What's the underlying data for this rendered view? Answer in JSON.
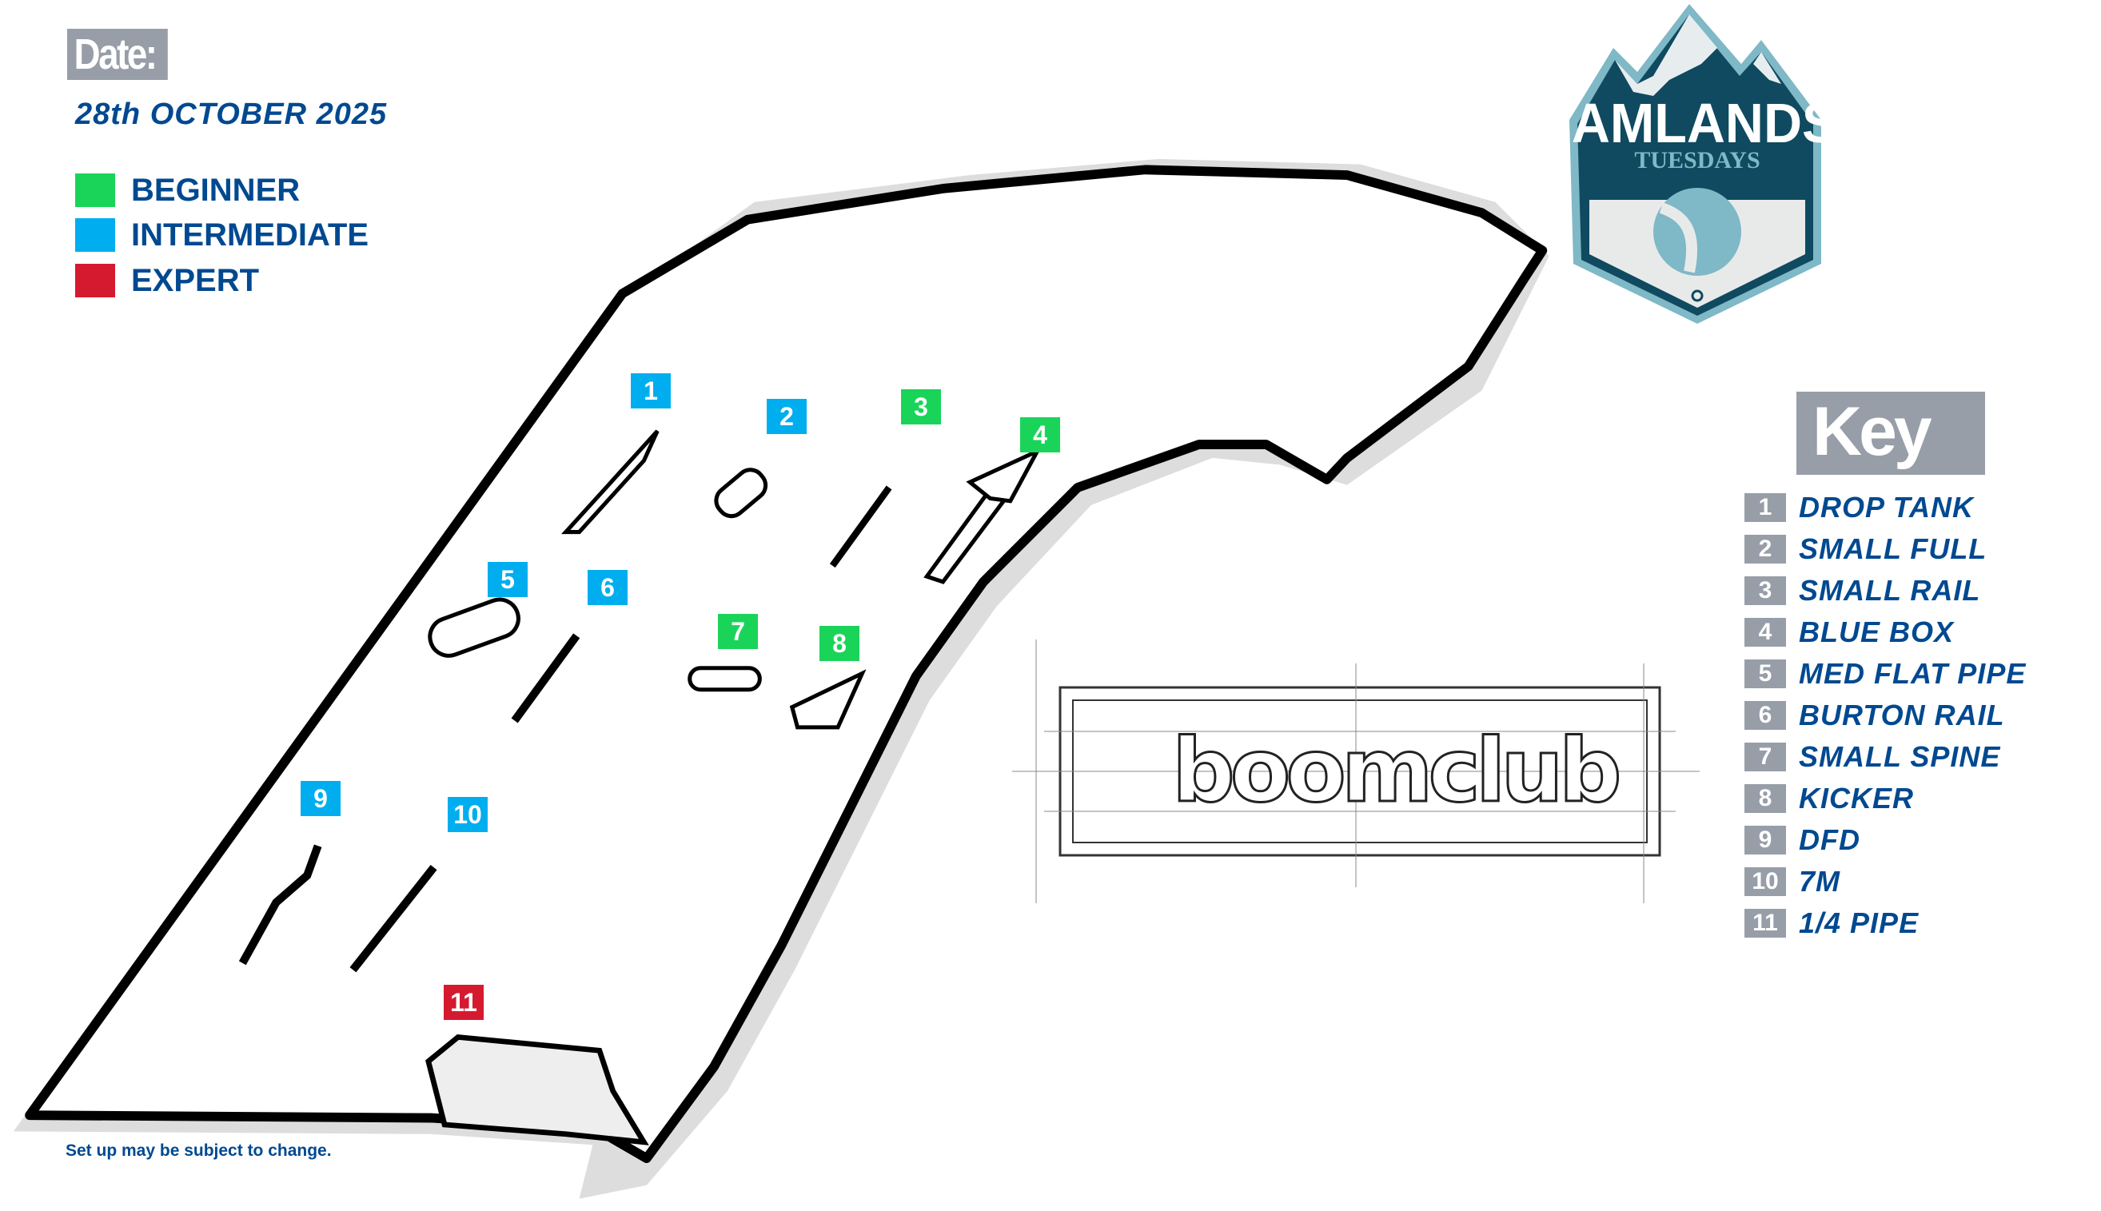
{
  "header": {
    "date_label": "Date:",
    "date_value": "28th OCTOBER 2025"
  },
  "legend": [
    {
      "label": "BEGINNER",
      "color": "#1ad45a"
    },
    {
      "label": "INTERMEDIATE",
      "color": "#00aeef"
    },
    {
      "label": "EXPERT",
      "color": "#d51a30"
    }
  ],
  "logo": {
    "title": "TAMLANDS",
    "subtitle": "TUESDAYS"
  },
  "sponsor": {
    "name": "boomclub"
  },
  "key": {
    "title": "Key",
    "items": [
      {
        "num": "1",
        "label": "DROP TANK",
        "level": "intermediate"
      },
      {
        "num": "2",
        "label": "SMALL FULL",
        "level": "intermediate"
      },
      {
        "num": "3",
        "label": "SMALL RAIL",
        "level": "beginner"
      },
      {
        "num": "4",
        "label": "BLUE BOX",
        "level": "beginner"
      },
      {
        "num": "5",
        "label": "MED FLAT PIPE",
        "level": "intermediate"
      },
      {
        "num": "6",
        "label": "BURTON RAIL",
        "level": "intermediate"
      },
      {
        "num": "7",
        "label": "SMALL SPINE",
        "level": "beginner"
      },
      {
        "num": "8",
        "label": "KICKER",
        "level": "beginner"
      },
      {
        "num": "9",
        "label": "DFD",
        "level": "intermediate"
      },
      {
        "num": "10",
        "label": "7M",
        "level": "intermediate"
      },
      {
        "num": "11",
        "label": "1/4 PIPE",
        "level": "expert"
      }
    ]
  },
  "footer": {
    "note": "Set up may be subject to change."
  }
}
